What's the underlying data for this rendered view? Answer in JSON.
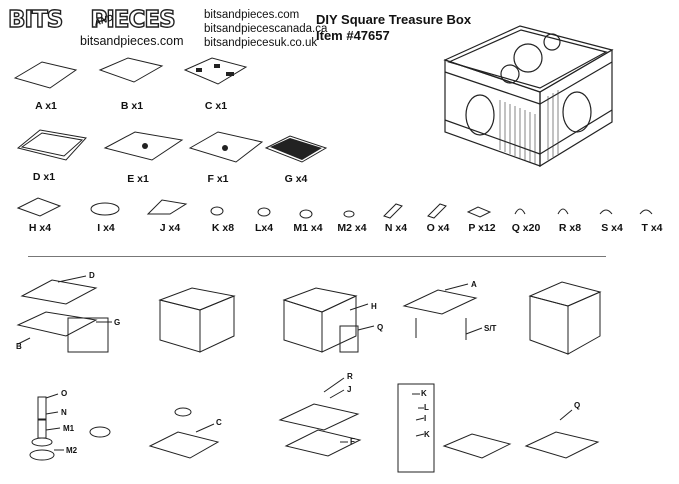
{
  "brand": {
    "logo_text": "BITS AND PIECES",
    "and_text": "AND",
    "url": "bitsandpieces.com"
  },
  "sites": [
    "bitsandpieces.com",
    "bitsandpiecescanada.ca",
    "bitsandpiecesuk.co.uk"
  ],
  "title": {
    "line1": "DIY Square Treasure Box",
    "line2": "Item #47657"
  },
  "parts_row1": [
    "A x1",
    "B x1",
    "C x1"
  ],
  "parts_row2": [
    "D x1",
    "E x1",
    "F x1",
    "G x4"
  ],
  "parts_row3": [
    "H x4",
    "I x4",
    "J x4",
    "K x8",
    "Lx4",
    "M1 x4",
    "M2 x4",
    "N x4",
    "O x4",
    "P x12",
    "Q x20",
    "R x8",
    "S x4",
    "T x4"
  ],
  "callouts": {
    "step1": [
      "D",
      "G",
      "B"
    ],
    "step3": [
      "H",
      "Q"
    ],
    "step4": [
      "A",
      "S/T"
    ],
    "step7": [
      "O",
      "N",
      "M1",
      "M2"
    ],
    "step8": [
      "C"
    ],
    "step9": [
      "R",
      "J",
      "F"
    ],
    "step10": [
      "K",
      "L",
      "I",
      "K"
    ],
    "step11": [
      "Q"
    ]
  }
}
